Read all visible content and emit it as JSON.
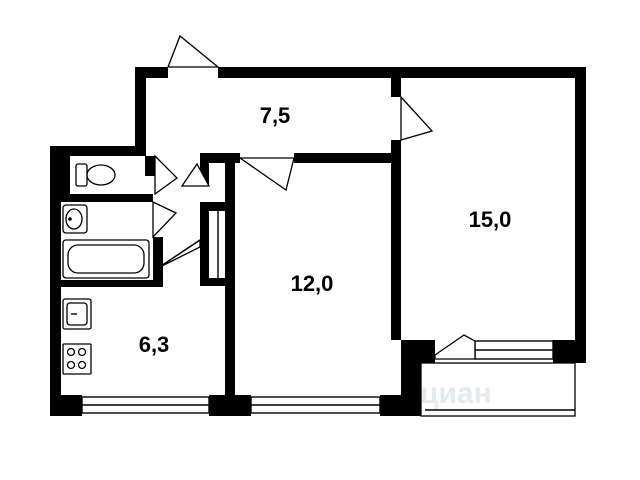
{
  "floor_plan": {
    "rooms": [
      {
        "id": "hallway",
        "area": "7,5"
      },
      {
        "id": "bedroom",
        "area": "12,0"
      },
      {
        "id": "living-room",
        "area": "15,0"
      },
      {
        "id": "kitchen",
        "area": "6,3"
      }
    ],
    "watermark": "циан"
  }
}
